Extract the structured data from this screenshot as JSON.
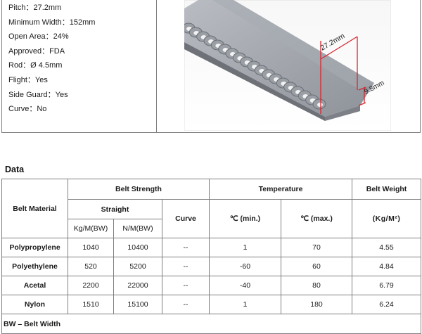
{
  "specs": {
    "pitch": "Pitch：27.2mm",
    "min_width": "Minimum Width：152mm",
    "open_area": "Open Area：24%",
    "approved": "Approved：FDA",
    "rod": "Rod：Ø 4.5mm",
    "flight": "Flight：Yes",
    "side_guard": "Side Guard：Yes",
    "curve": "Curve：No"
  },
  "photo": {
    "dim_pitch": "27.2mm",
    "dim_height": "9.8mm",
    "accent_color": "#d8262f"
  },
  "section_title": "Data",
  "table": {
    "headers": {
      "belt_material": "Belt Material",
      "belt_strength": "Belt Strength",
      "temperature": "Temperature",
      "belt_weight": "Belt Weight",
      "straight": "Straight",
      "curve": "Curve",
      "kg_m_bw": "Kg/M(BW)",
      "n_m_bw": "N/M(BW)",
      "temp_min": "℃  (min.)",
      "temp_max": "℃  (max.)",
      "weight_unit": "(Kg/M²)"
    },
    "rows": [
      {
        "material": "Polypropylene",
        "kg": "1040",
        "nm": "10400",
        "curve": "--",
        "tmin": "1",
        "tmax": "70",
        "weight": "4.55"
      },
      {
        "material": "Polyethylene",
        "kg": "520",
        "nm": "5200",
        "curve": "--",
        "tmin": "-60",
        "tmax": "60",
        "weight": "4.84"
      },
      {
        "material": "Acetal",
        "kg": "2200",
        "nm": "22000",
        "curve": "--",
        "tmin": "-40",
        "tmax": "80",
        "weight": "6.79"
      },
      {
        "material": "Nylon",
        "kg": "1510",
        "nm": "15100",
        "curve": "--",
        "tmin": "1",
        "tmax": "180",
        "weight": "6.24"
      }
    ],
    "footnote": "BW – Belt Width"
  }
}
